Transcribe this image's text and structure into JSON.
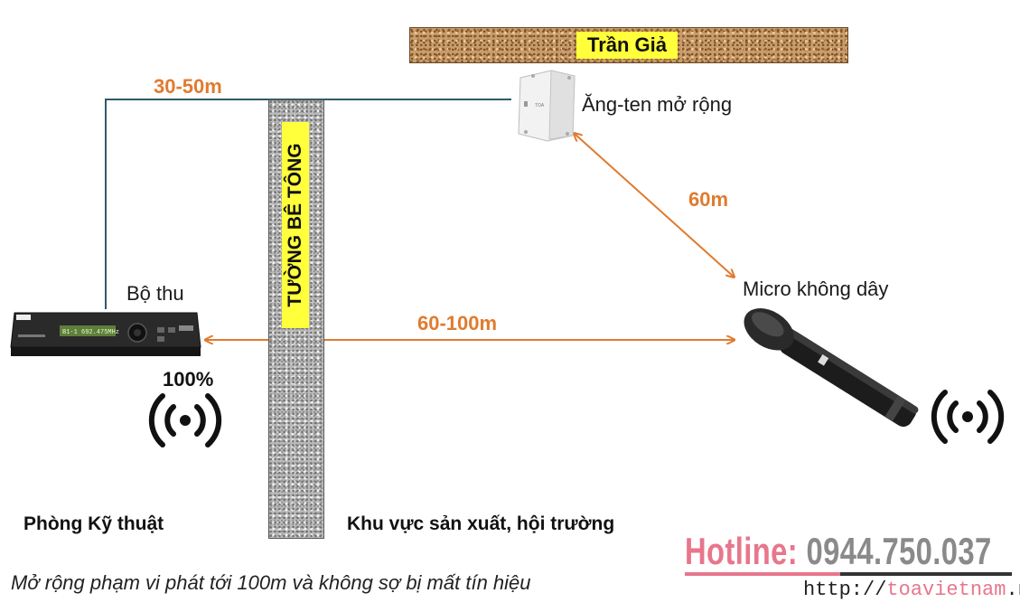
{
  "ceiling": {
    "label": "Trần Giả"
  },
  "wall": {
    "label": "TƯỜNG BÊ TÔNG"
  },
  "antenna": {
    "label": "Ăng-ten mở rộng"
  },
  "receiver": {
    "label": "Bộ thu",
    "signal_percent": "100%",
    "display_text": "B1-1  692.475MHz"
  },
  "microphone": {
    "label": "Micro không dây"
  },
  "distances": {
    "cable": "30-50m",
    "antenna_to_mic": "60m",
    "receiver_to_mic": "60-100m"
  },
  "zones": {
    "left": "Phòng Kỹ thuật",
    "right": "Khu vực sản xuất, hội trường"
  },
  "caption": "Mở rộng phạm vi phát tới 100m và không sợ bị mất tín hiệu",
  "hotline": {
    "keyword": "Hotline:",
    "number": "0944.750.037"
  },
  "website": {
    "prefix": "http://",
    "domain": "toavietnam",
    "suffix": ".net"
  },
  "colors": {
    "arrow": "#e07b2f",
    "cable": "#2d5a6e",
    "label_highlight": "#ffff3b",
    "hotline_pink": "#e8768c"
  },
  "icons": [
    "wireless-signal-icon",
    "wireless-signal-icon"
  ]
}
